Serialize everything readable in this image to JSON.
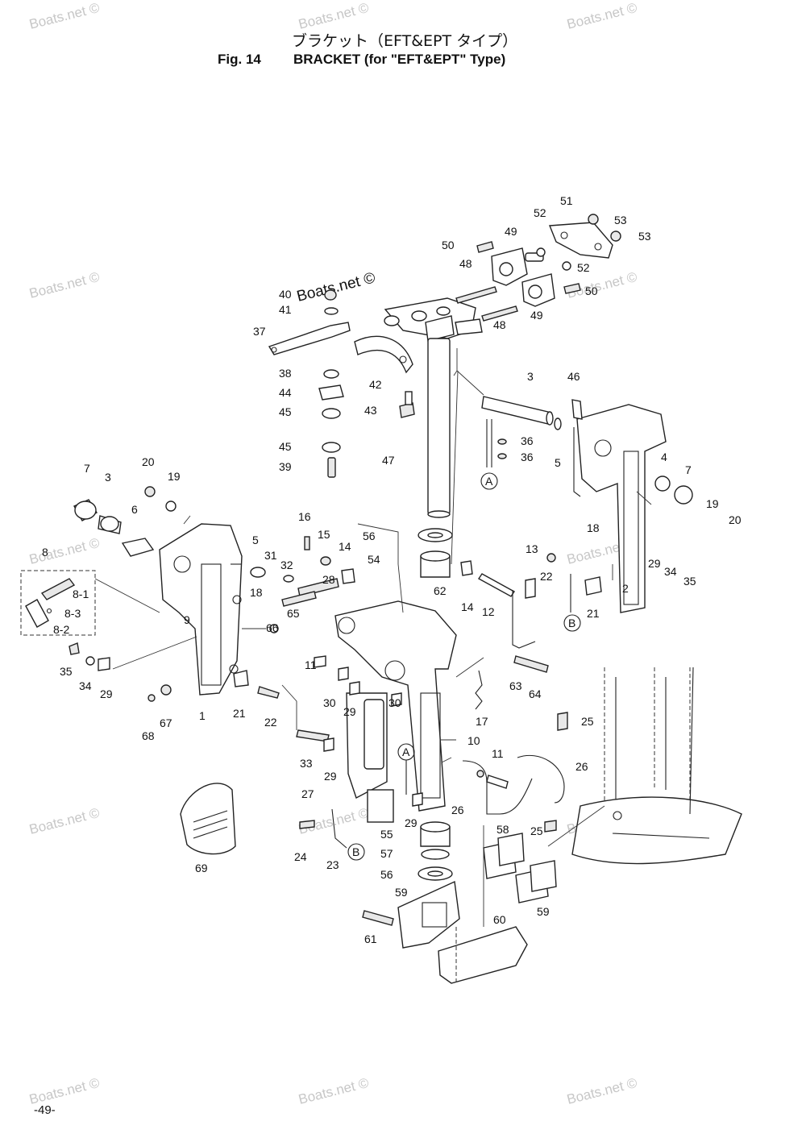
{
  "title": {
    "jp": "ブラケット（EFT&EPT タイプ）",
    "fig": "Fig. 14",
    "en": "BRACKET (for \"EFT&EPT\" Type)"
  },
  "page_number": "-49-",
  "watermark": "Boats.net ©",
  "callouts": {
    "c1": "1",
    "c2": "2",
    "c3a": "3",
    "c3b": "3",
    "c4": "4",
    "c5a": "5",
    "c5b": "5",
    "c6": "6",
    "c7a": "7",
    "c7b": "7",
    "c8": "8",
    "c8_1": "8-1",
    "c8_2": "8-2",
    "c8_3": "8-3",
    "c9": "9",
    "c10": "10",
    "c11a": "11",
    "c11b": "11",
    "c12": "12",
    "c13": "13",
    "c14a": "14",
    "c14b": "14",
    "c15": "15",
    "c16": "16",
    "c17": "17",
    "c18a": "18",
    "c18b": "18",
    "c19a": "19",
    "c19b": "19",
    "c20a": "20",
    "c20b": "20",
    "c21a": "21",
    "c21b": "21",
    "c22a": "22",
    "c22b": "22",
    "c23": "23",
    "c24": "24",
    "c25a": "25",
    "c25b": "25",
    "c26a": "26",
    "c26b": "26",
    "c27": "27",
    "c28": "28",
    "c29a": "29",
    "c29b": "29",
    "c29c": "29",
    "c29d": "29",
    "c29e": "29",
    "c30a": "30",
    "c30b": "30",
    "c31": "31",
    "c32": "32",
    "c33": "33",
    "c34a": "34",
    "c34b": "34",
    "c35a": "35",
    "c35b": "35",
    "c36a": "36",
    "c36b": "36",
    "c37": "37",
    "c38": "38",
    "c39": "39",
    "c40": "40",
    "c41": "41",
    "c42": "42",
    "c43": "43",
    "c44": "44",
    "c45a": "45",
    "c45b": "45",
    "c46": "46",
    "c47": "47",
    "c48a": "48",
    "c48b": "48",
    "c49a": "49",
    "c49b": "49",
    "c50a": "50",
    "c50b": "50",
    "c51": "51",
    "c52a": "52",
    "c52b": "52",
    "c53a": "53",
    "c53b": "53",
    "c54": "54",
    "c55": "55",
    "c56a": "56",
    "c56b": "56",
    "c57": "57",
    "c58": "58",
    "c59a": "59",
    "c59b": "59",
    "c60": "60",
    "c61": "61",
    "c62": "62",
    "c63": "63",
    "c64": "64",
    "c65": "65",
    "c66": "66",
    "c67": "67",
    "c68": "68",
    "c69": "69",
    "refA1": "A",
    "refA2": "A",
    "refB1": "B",
    "refB2": "B"
  },
  "colors": {
    "line": "#222222",
    "watermark": "#c7c7c7"
  }
}
